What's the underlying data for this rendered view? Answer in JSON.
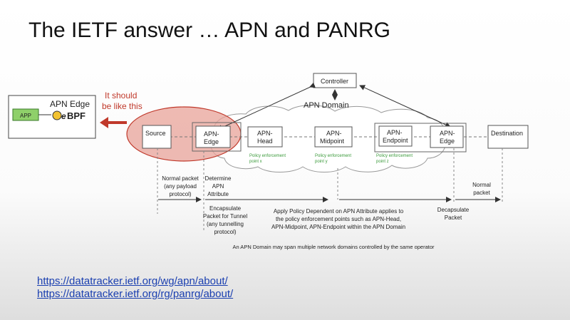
{
  "title": "The IETF answer … APN and PANRG",
  "inset": {
    "label": "APN Edge",
    "app_label": "APP",
    "ebpf_e": "e",
    "ebpf_bpf": "BPF",
    "note_line1": "It should",
    "note_line2": "be like this"
  },
  "nodes": {
    "controller": "Controller",
    "domain_label": "APN Domain",
    "source": "Source",
    "edge1_l1": "APN-",
    "edge1_l2": "Edge",
    "head_l1": "APN-",
    "head_l2": "Head",
    "mid_l1": "APN-",
    "mid_l2": "Midpoint",
    "end_l1": "APN-",
    "end_l2": "Endpoint",
    "edge2_l1": "APN-",
    "edge2_l2": "Edge",
    "destination": "Destination"
  },
  "policy_points": {
    "x_l1": "Policy enforcement",
    "x_l2": "point x",
    "y_l1": "Policy enforcement",
    "y_l2": "point y",
    "z_l1": "Policy enforcement",
    "z_l2": "point z"
  },
  "steps": {
    "normal_l1": "Normal packet",
    "normal_l2": "(any payload",
    "normal_l3": "protocol)",
    "determine_l1": "Determine",
    "determine_l2": "APN",
    "determine_l3": "Attribute",
    "encap_l1": "Encapsulate",
    "encap_l2": "Packet for Tunnel",
    "encap_l3": "(any tunnelling",
    "encap_l4": "protocol)",
    "apply_l1": "Apply Policy Dependent on APN Attribute applies to",
    "apply_l2": "the policy enforcement points such as APN-Head,",
    "apply_l3": "APN-Midpoint, APN-Endpoint within the APN Domain",
    "decap_l1": "Decapsulate",
    "decap_l2": "Packet",
    "normal2_l1": "Normal",
    "normal2_l2": "packet"
  },
  "caption": "An APN Domain may span multiple network domains controlled by the same operator",
  "links": [
    "https://datatracker.ietf.org/wg/apn/about/",
    "https://datatracker.ietf.org/rg/panrg/about/"
  ],
  "colors": {
    "highlight_fill": "#e8a39a",
    "highlight_stroke": "#c0392b",
    "note_text": "#c0392b",
    "policy_text": "#3a9a3a",
    "app_fill": "#8fd06a",
    "link": "#1a3fb0"
  }
}
